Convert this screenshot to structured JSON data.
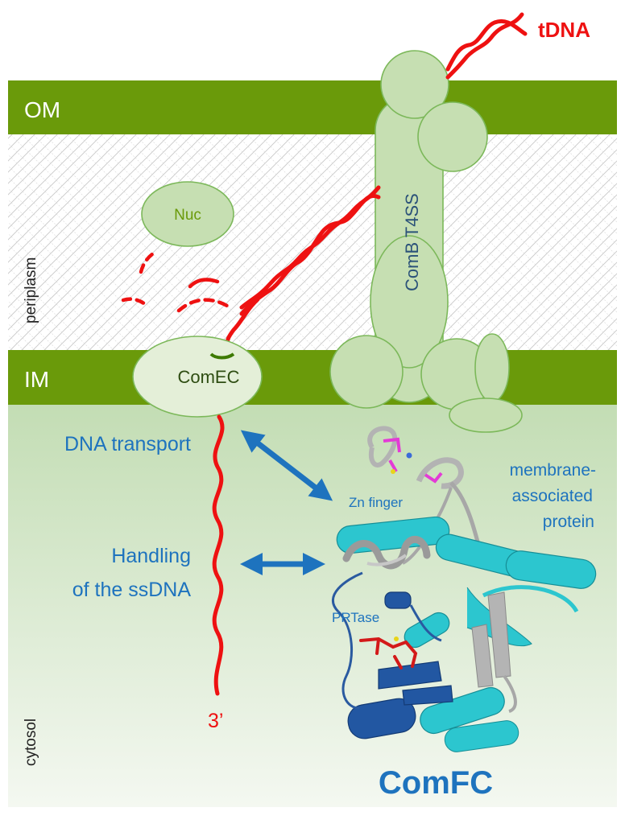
{
  "labels": {
    "tdna": "tDNA",
    "om": "OM",
    "im": "IM",
    "periplasm": "periplasm",
    "cytosol": "cytosol",
    "nuc": "Nuc",
    "comb": "ComB T4SS",
    "comec": "ComEC",
    "dna_transport": "DNA transport",
    "handling_line1": "Handling",
    "handling_line2": "of the ssDNA",
    "zn_finger": "Zn finger",
    "membrane_line1": "membrane-",
    "membrane_line2": "associated",
    "membrane_line3": "protein",
    "prtase": "PRTase",
    "three_prime": "3’",
    "comfc": "ComFC"
  },
  "colors": {
    "membrane_green": "#6a9a0a",
    "protein_fill": "#c6dfb2",
    "protein_stroke": "#7cb85a",
    "dna_red": "#ee1111",
    "label_blue": "#1e73be",
    "dark_blue": "#1f5aa6",
    "cyan_helix": "#2cc6cf",
    "grey_loop": "#a7a7a7"
  },
  "icons": {
    "arrows": "double-headed-arrow",
    "structure": "protein-cartoon"
  }
}
